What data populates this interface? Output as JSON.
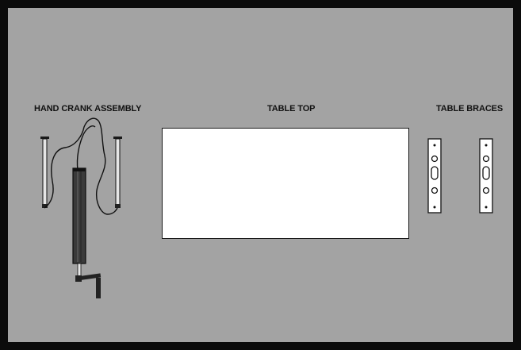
{
  "labels": {
    "hand_crank_assembly": "HAND CRANK ASSEMBLY",
    "table_top": "TABLE TOP",
    "table_braces": "TABLE BRACES"
  },
  "colors": {
    "background": "#a3a3a3",
    "frame": "#0b0b0b",
    "table_top_fill": "#ffffff",
    "part_outline": "#111111",
    "crank_tube": "#3a3a3a"
  }
}
